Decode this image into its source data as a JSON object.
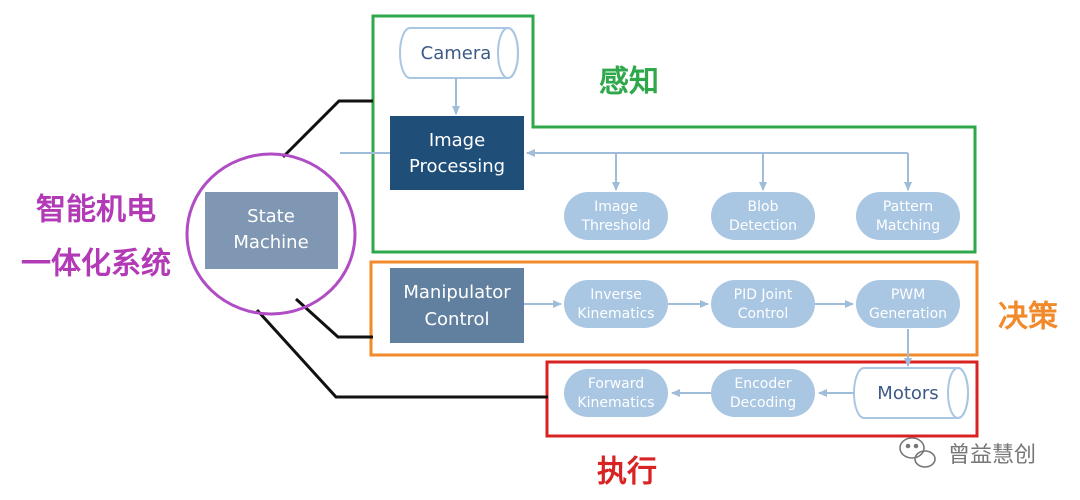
{
  "colors": {
    "perception_frame": "#2ea84a",
    "decision_frame": "#f08a2a",
    "execution_frame": "#d92222",
    "system_ellipse": "#b04cc4",
    "system_label": "#b23ab6",
    "dark_box": "#1f4e79",
    "state_box": "#7f97b2",
    "mid_box": "#617f9f",
    "node_fill": "#a9c6e3",
    "arrow": "#9fbcd8",
    "black_line": "#111111",
    "watermark": "#777777"
  },
  "system": {
    "line1": "智能机电",
    "line2": "一体化系统"
  },
  "state_machine": {
    "line1": "State",
    "line2": "Machine"
  },
  "perception": {
    "label": "感知",
    "camera": "Camera",
    "image_processing": {
      "line1": "Image",
      "line2": "Processing"
    },
    "nodes": [
      {
        "line1": "Image",
        "line2": "Threshold"
      },
      {
        "line1": "Blob",
        "line2": "Detection"
      },
      {
        "line1": "Pattern",
        "line2": "Matching"
      }
    ]
  },
  "decision": {
    "label": "决策",
    "manipulator": {
      "line1": "Manipulator",
      "line2": "Control"
    },
    "nodes": [
      {
        "line1": "Inverse",
        "line2": "Kinematics"
      },
      {
        "line1": "PID Joint",
        "line2": "Control"
      },
      {
        "line1": "PWM",
        "line2": "Generation"
      }
    ]
  },
  "execution": {
    "label": "执行",
    "motors": "Motors",
    "nodes": [
      {
        "line1": "Forward",
        "line2": "Kinematics"
      },
      {
        "line1": "Encoder",
        "line2": "Decoding"
      }
    ]
  },
  "watermark": {
    "text": "曾益慧创",
    "icon": "wechat-icon"
  }
}
